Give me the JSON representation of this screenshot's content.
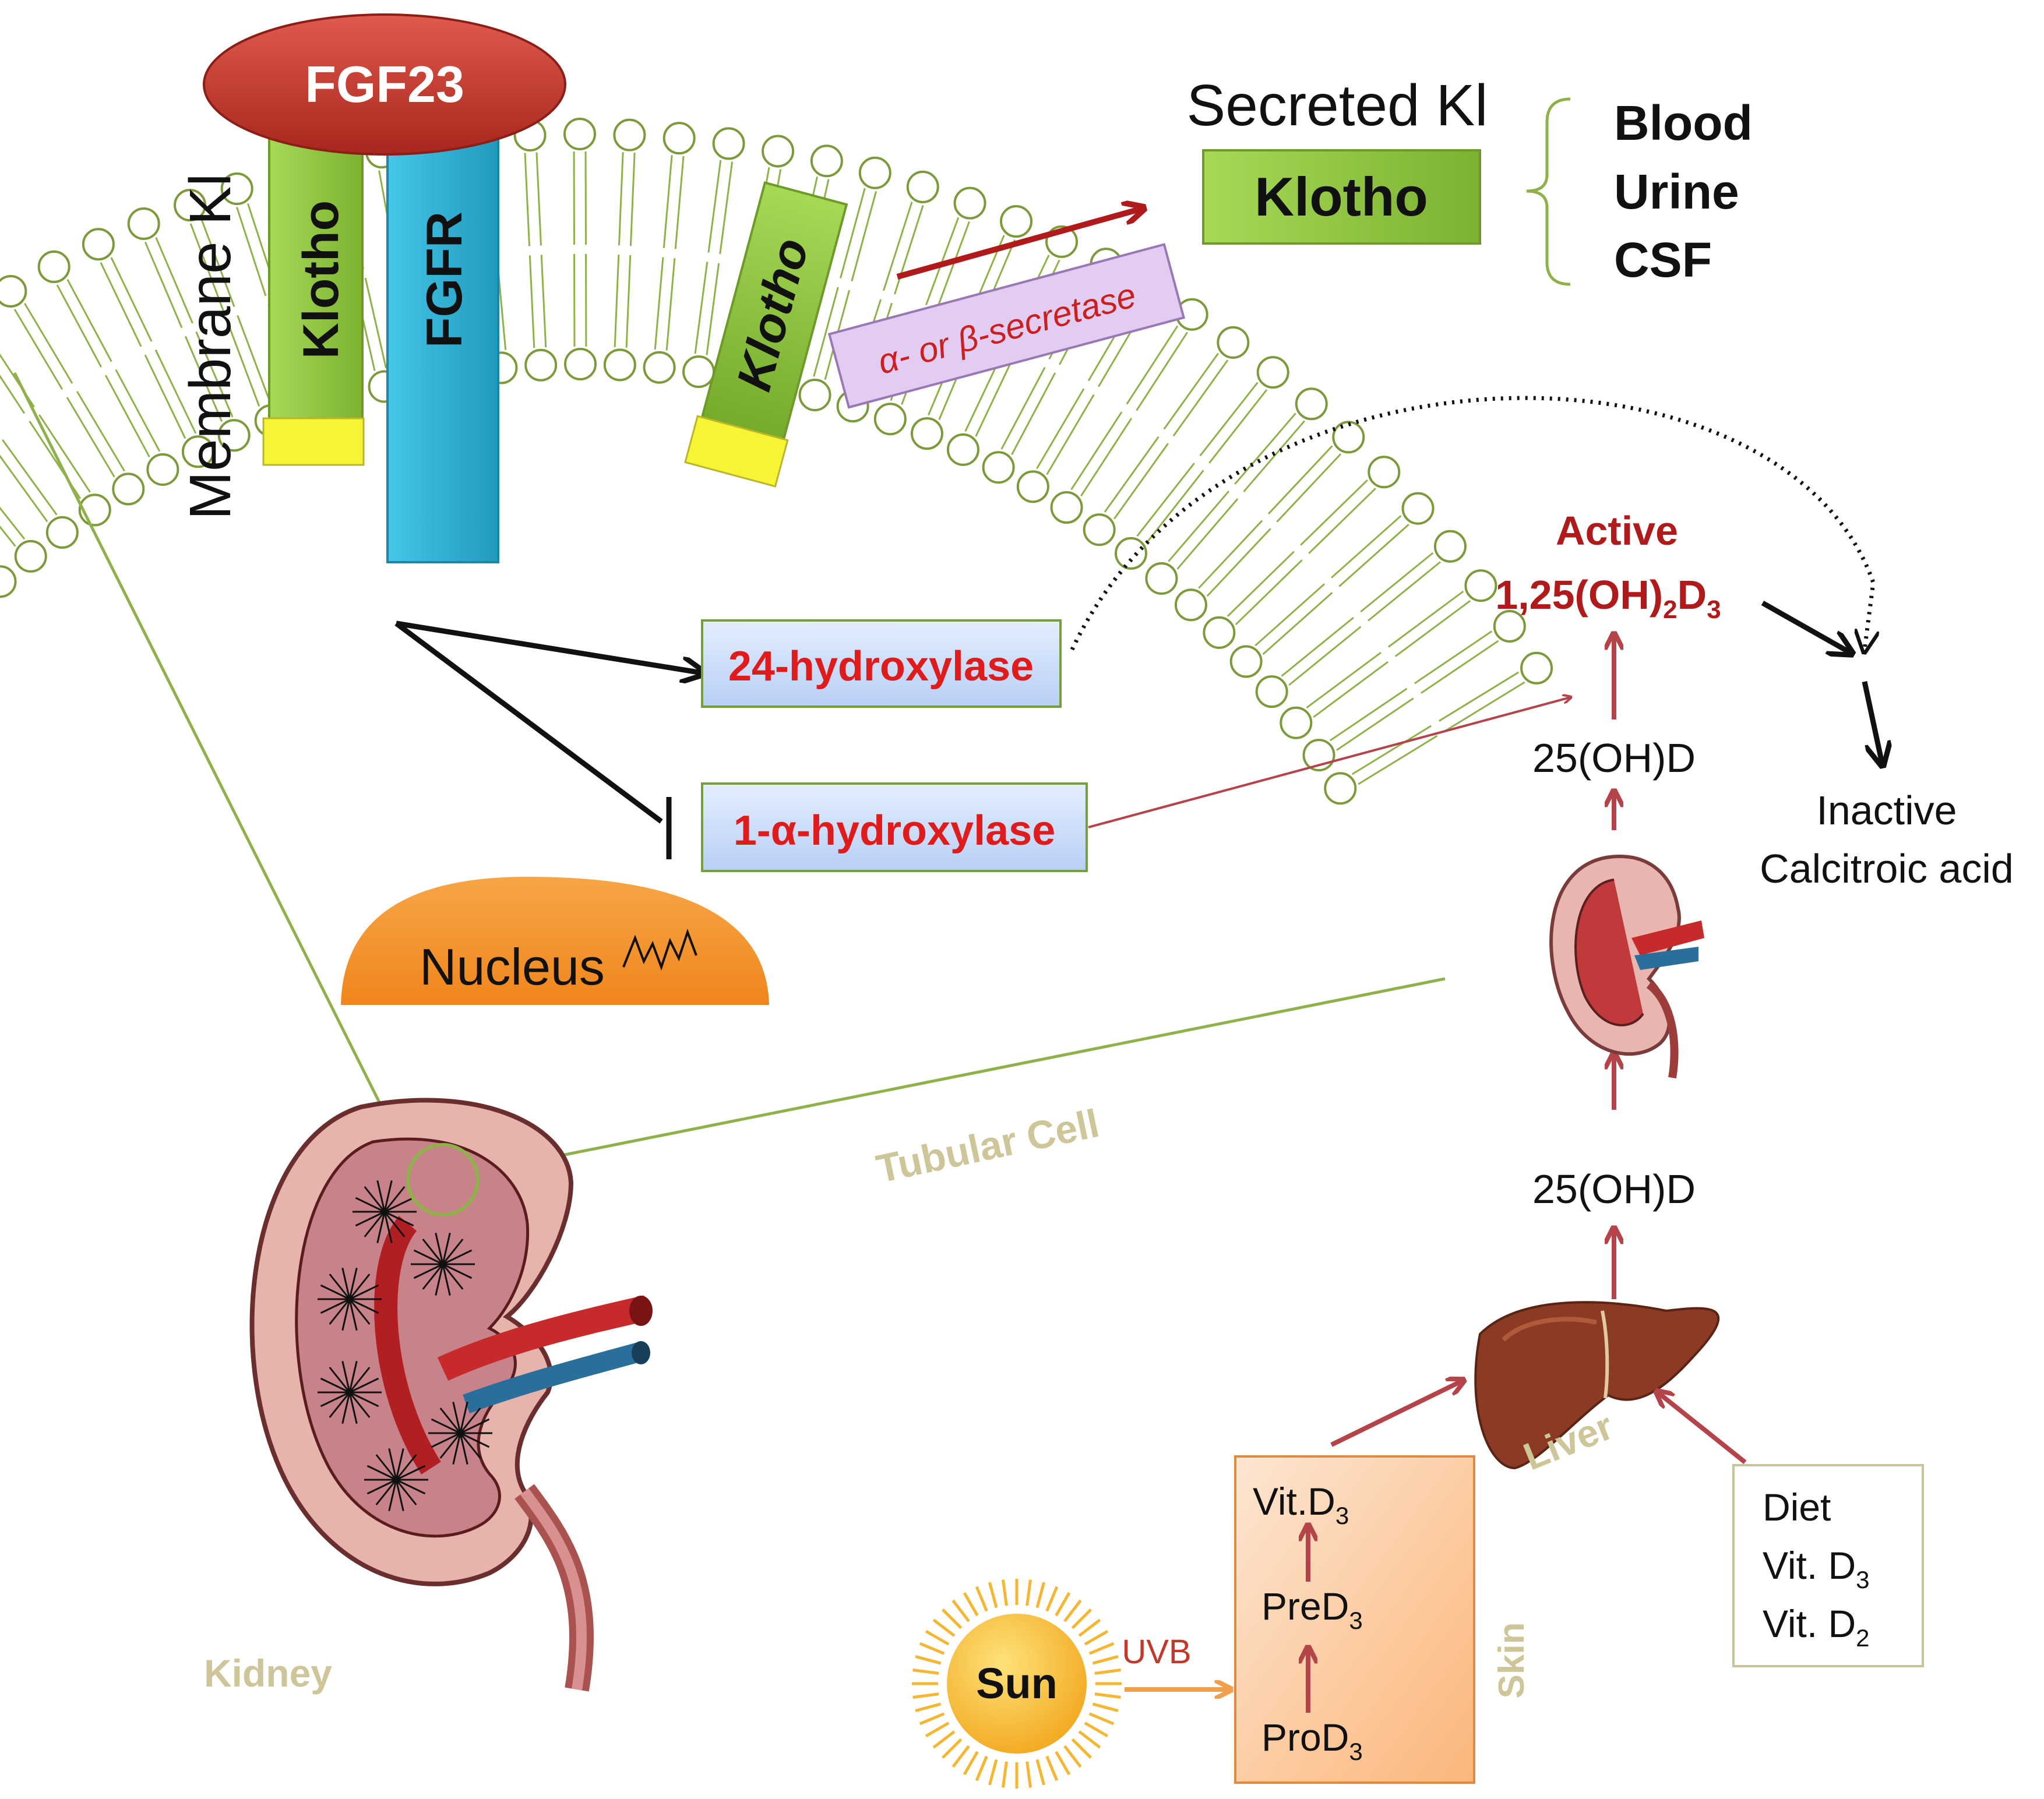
{
  "labels": {
    "fgf23": "FGF23",
    "klotho_membrane": "Klotho",
    "fgfr": "FGFR",
    "membrane_kl": "Membrane Kl",
    "klotho_cleaved": "Klotho",
    "secretase": "α- or β-secretase",
    "secreted_kl": "Secreted Kl",
    "klotho_secreted": "Klotho",
    "fluids": [
      "Blood",
      "Urine",
      "CSF"
    ],
    "enzyme_24": "24-hydroxylase",
    "enzyme_1a": "1-α-hydroxylase",
    "nucleus": "Nucleus",
    "active": "Active",
    "active_compound": {
      "base": "1,25(OH)",
      "sub1": "2",
      "mid": "D",
      "sub2": "3"
    },
    "inactive": "Inactive",
    "calcitroic": "Calcitroic acid",
    "hydroxy_upper": "25(OH)D",
    "hydroxy_lower": "25(OH)D",
    "tubular_cell": "Tubular Cell",
    "kidney": "Kidney",
    "liver": "Liver",
    "skin": "Skin",
    "sun": "Sun",
    "uvb": "UVB",
    "skin_steps": [
      {
        "base": "Vit.D",
        "sub": "3"
      },
      {
        "base": "PreD",
        "sub": "3"
      },
      {
        "base": "ProD",
        "sub": "3"
      }
    ],
    "diet_title": "Diet",
    "diet_items": [
      {
        "base": "Vit. D",
        "sub": "3"
      },
      {
        "base": "Vit. D",
        "sub": "2"
      }
    ]
  },
  "colors": {
    "fgf23": "#c0392b",
    "klotho": "#8dc63f",
    "fgfr": "#2bb3d9",
    "anchor": "#f2ef2a",
    "membrane": "#7c9a3a",
    "enzyme_box": "#cfe0fb",
    "enzyme_text": "#e01b1b",
    "dark_red": "#b11a1a",
    "arrow_red": "#b5434a",
    "nucleus": "#f5942c",
    "secretase_box": "#e2ccf2",
    "skin_box": "#fcc89a",
    "sun": "#f7b829",
    "pale_label": "#c9c39a"
  }
}
